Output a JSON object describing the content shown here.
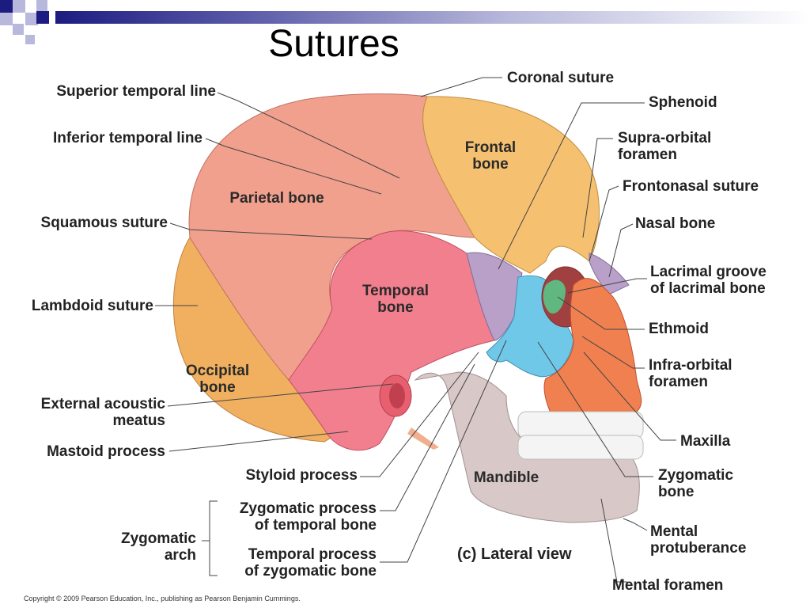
{
  "slide": {
    "title": "Sutures",
    "copyright": "Copyright © 2009 Pearson Education, Inc., publishing as Pearson Benjamin Cummings.",
    "accent_colors": {
      "navy": "#1c1c80",
      "lavender": "#b8b8dc"
    }
  },
  "labels_left": {
    "superior_temporal_line": "Superior temporal line",
    "inferior_temporal_line": "Inferior temporal line",
    "squamous_suture": "Squamous suture",
    "lambdoid_suture": "Lambdoid suture",
    "external_acoustic_meatus_1": "External acoustic",
    "external_acoustic_meatus_2": "meatus",
    "mastoid_process": "Mastoid process",
    "styloid_process": "Styloid process",
    "zygomatic_process_1": "Zygomatic process",
    "zygomatic_process_2": "of temporal bone",
    "temporal_process_1": "Temporal process",
    "temporal_process_2": "of zygomatic bone",
    "zygomatic_arch_1": "Zygomatic",
    "zygomatic_arch_2": "arch"
  },
  "labels_right": {
    "coronal_suture": "Coronal suture",
    "sphenoid": "Sphenoid",
    "supra_orbital_1": "Supra-orbital",
    "supra_orbital_2": "foramen",
    "frontonasal_suture": "Frontonasal suture",
    "nasal_bone": "Nasal bone",
    "lacrimal_groove_1": "Lacrimal groove",
    "lacrimal_groove_2": "of lacrimal bone",
    "ethmoid": "Ethmoid",
    "infra_orbital_1": "Infra-orbital",
    "infra_orbital_2": "foramen",
    "maxilla": "Maxilla",
    "zygomatic_bone_1": "Zygomatic",
    "zygomatic_bone_2": "bone",
    "mental_protuberance_1": "Mental",
    "mental_protuberance_2": "protuberance",
    "mental_foramen": "Mental foramen"
  },
  "bones": {
    "frontal_1": "Frontal",
    "frontal_2": "bone",
    "parietal": "Parietal bone",
    "temporal_1": "Temporal",
    "temporal_2": "bone",
    "occipital_1": "Occipital",
    "occipital_2": "bone",
    "mandible": "Mandible"
  },
  "caption": "(c) Lateral view",
  "bone_colors": {
    "parietal": "#f2a08e",
    "frontal": "#f5c070",
    "occipital": "#f0b060",
    "temporal": "#f27f8e",
    "sphenoid": "#b8a0c8",
    "zygomatic": "#70c8e8",
    "maxilla": "#f08050",
    "mandible": "#d8c8c8",
    "ethmoid": "#60b880"
  }
}
